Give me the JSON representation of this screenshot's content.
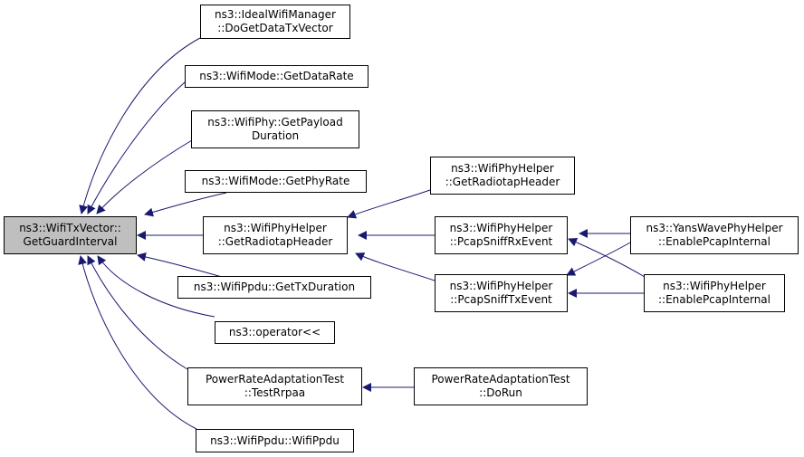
{
  "graph": {
    "edge_color": "#191970",
    "root": {
      "line1": "ns3::WifiTxVector::",
      "line2": "GetGuardInterval"
    },
    "nodes": {
      "ideal_manager": {
        "line1": "ns3::IdealWifiManager",
        "line2": "::DoGetDataTxVector"
      },
      "mode_datarate": {
        "line1": "ns3::WifiMode::GetDataRate"
      },
      "phy_payload": {
        "line1": "ns3::WifiPhy::GetPayload",
        "line2": "Duration"
      },
      "mode_phyrate": {
        "line1": "ns3::WifiMode::GetPhyRate"
      },
      "helper_radiotap_mid": {
        "line1": "ns3::WifiPhyHelper",
        "line2": "::GetRadiotapHeader"
      },
      "ppdu_txduration": {
        "line1": "ns3::WifiPpdu::GetTxDuration"
      },
      "operator_ll": {
        "line1": "ns3::operator<<"
      },
      "prat_testrrpaa": {
        "line1": "PowerRateAdaptationTest",
        "line2": "::TestRrpaa"
      },
      "ppdu_ctor": {
        "line1": "ns3::WifiPpdu::WifiPpdu"
      },
      "helper_radiotap_right": {
        "line1": "ns3::WifiPhyHelper",
        "line2": "::GetRadiotapHeader"
      },
      "helper_sniffrx": {
        "line1": "ns3::WifiPhyHelper",
        "line2": "::PcapSniffRxEvent"
      },
      "helper_snifftx": {
        "line1": "ns3::WifiPhyHelper",
        "line2": "::PcapSniffTxEvent"
      },
      "prat_dorun": {
        "line1": "PowerRateAdaptationTest",
        "line2": "::DoRun"
      },
      "yans_enablepcap": {
        "line1": "ns3::YansWavePhyHelper",
        "line2": "::EnablePcapInternal"
      },
      "helper_enablepcap": {
        "line1": "ns3::WifiPhyHelper",
        "line2": "::EnablePcapInternal"
      }
    }
  }
}
